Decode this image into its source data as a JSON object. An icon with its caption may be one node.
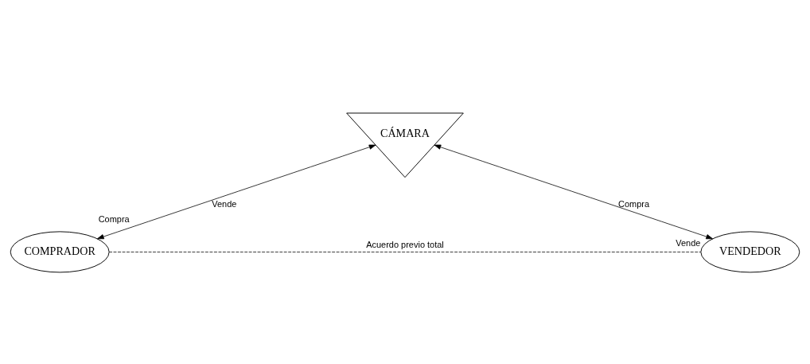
{
  "diagram": {
    "nodes": [
      {
        "text": [
          "CÁMARA"
        ]
      },
      {
        "text": [
          "COMPRADOR"
        ]
      },
      {
        "text": [
          "VENDEDOR"
        ]
      }
    ],
    "edges": [
      {
        "from": 0,
        "to": 1,
        "arrow": "both",
        "label": "Vende"
      },
      {
        "from": 0,
        "to": 2,
        "arrow": "both",
        "label": "Compra"
      },
      {
        "from": 1,
        "to": 2,
        "arrow": "none",
        "style": "dashed",
        "label": "Acuerdo previo total"
      }
    ],
    "labels": [
      "Compra",
      "Vende"
    ]
  }
}
